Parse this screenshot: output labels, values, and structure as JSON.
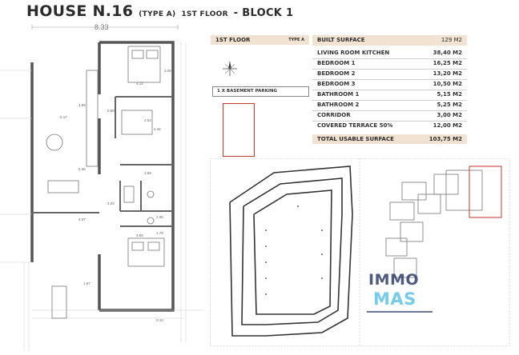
{
  "header": {
    "title": "HOUSE N.16",
    "type": "(TYPE A)",
    "floor": "1ST FLOOR",
    "block": "- BLOCK 1"
  },
  "plan": {
    "dimension_top": "8.33",
    "dims": [
      "4.12",
      "3.05",
      "4.95",
      "2.52",
      "2.42",
      "5.17",
      "3.89",
      "0.90",
      "5.36",
      "2.05",
      "1.78",
      "4.37",
      "4.95",
      "2.02",
      "1.67",
      "0.10"
    ]
  },
  "info_panel": {
    "floor_label": "1ST FLOOR",
    "type_label": "TYPE A",
    "parking": "1 X BASEMENT PARKING"
  },
  "surfaces": {
    "built_label": "BUILT SURFACE",
    "built_value": "129 M2",
    "rows": [
      {
        "label": "LIVING ROOM KITCHEN",
        "value": "38,40 M2"
      },
      {
        "label": "BEDROOM 1",
        "value": "16,25 M2"
      },
      {
        "label": "BEDROOM 2",
        "value": "13,20 M2"
      },
      {
        "label": "BEDROOM 3",
        "value": "10,50 M2"
      },
      {
        "label": "BATHROOM 1",
        "value": "5,15 M2"
      },
      {
        "label": "BATHROOM 2",
        "value": "5,25 M2"
      },
      {
        "label": "CORRIDOR",
        "value": "3,00 M2"
      },
      {
        "label": "COVERED TERRACE 50%",
        "value": "12,00 M2"
      }
    ],
    "total_label": "TOTAL USABLE SURFACE",
    "total_value": "103,75 M2"
  },
  "colors": {
    "header_bg": "#f1e2d1",
    "highlight_red": "#c0392b",
    "logo_dark": "#2f3f6a",
    "logo_light": "#5ec3e8"
  },
  "logo": {
    "line1": "IMMO",
    "line2": "MAS"
  }
}
